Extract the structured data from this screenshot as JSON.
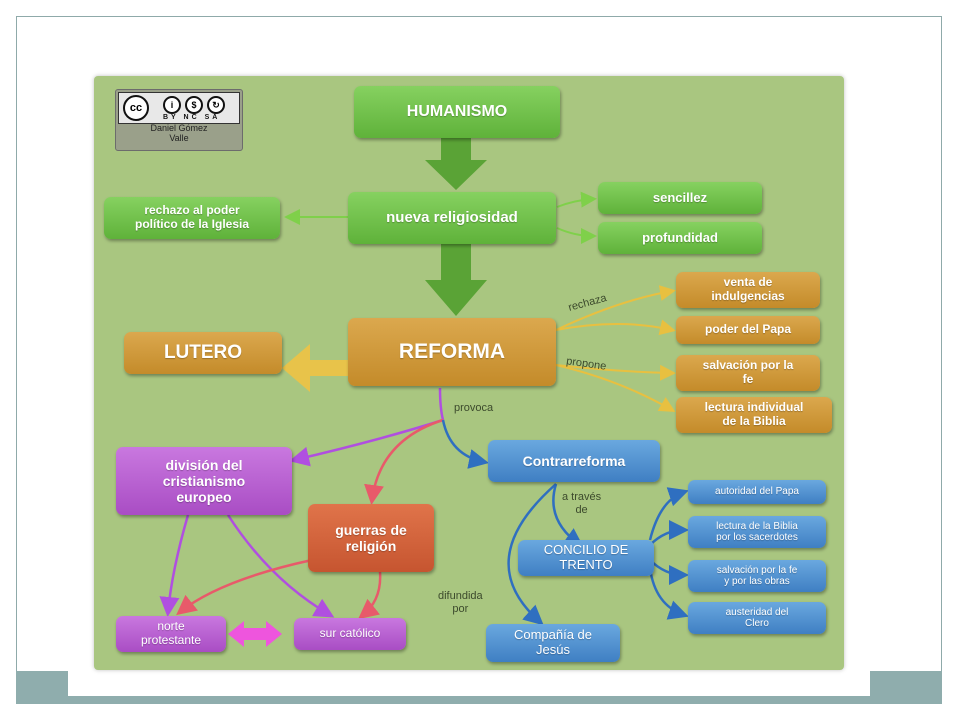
{
  "license": {
    "badge_text": "cc",
    "codes": "BY NC SA",
    "author": "Daniel Gómez\nValle"
  },
  "nodes": {
    "humanismo": "HUMANISMO",
    "nueva_religiosidad": "nueva religiosidad",
    "rechazo": "rechazo al poder\npolítico de la Iglesia",
    "sencillez": "sencillez",
    "profundidad": "profundidad",
    "reforma": "REFORMA",
    "lutero": "LUTERO",
    "venta": "venta de\nindulgencias",
    "poder_papa": "poder del Papa",
    "salvacion_fe": "salvación por la\nfe",
    "lectura_individual": "lectura individual\nde la Biblia",
    "division": "división del\ncristianismo\neuropeo",
    "guerras": "guerras de\nreligión",
    "contrarreforma": "Contrarreforma",
    "concilio": "CONCILIO DE\nTRENTO",
    "compania": "Compañía de\nJesús",
    "norte": "norte\nprotestante",
    "sur": "sur católico",
    "autoridad_papa": "autoridad del Papa",
    "lectura_sacerdotes": "lectura de la Biblia\npor los sacerdotes",
    "salvacion_obras": "salvación por la fe\ny por las obras",
    "austeridad": "austeridad del\nClero"
  },
  "link_labels": {
    "rechaza": "rechaza",
    "propone": "propone",
    "provoca": "provoca",
    "a_traves_de": "a través\nde",
    "difundida_por": "difundida\npor"
  },
  "colors": {
    "background": "#a9c680",
    "green": "#6dbf45",
    "orange": "#cf972f",
    "purple": "#b65ccf",
    "red": "#d0603a",
    "blue": "#4e8fd0"
  }
}
